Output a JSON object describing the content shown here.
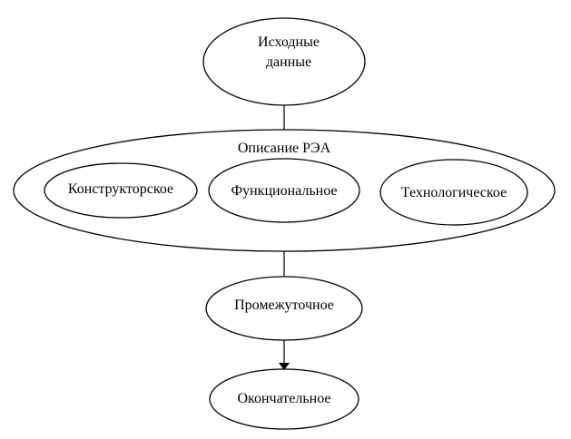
{
  "diagram": {
    "nodes": {
      "source": {
        "line1": "Исходные",
        "line2": "данные"
      },
      "description": {
        "label": "Описание РЭА"
      },
      "design": {
        "label": "Конструкторское"
      },
      "functional": {
        "label": "Функциональное"
      },
      "technological": {
        "label": "Технологическое"
      },
      "intermediate": {
        "label": "Промежуточное"
      },
      "final": {
        "label": "Окончательное"
      }
    },
    "colors": {
      "stroke": "#000000",
      "fill": "#ffffff",
      "text": "#000000"
    }
  }
}
